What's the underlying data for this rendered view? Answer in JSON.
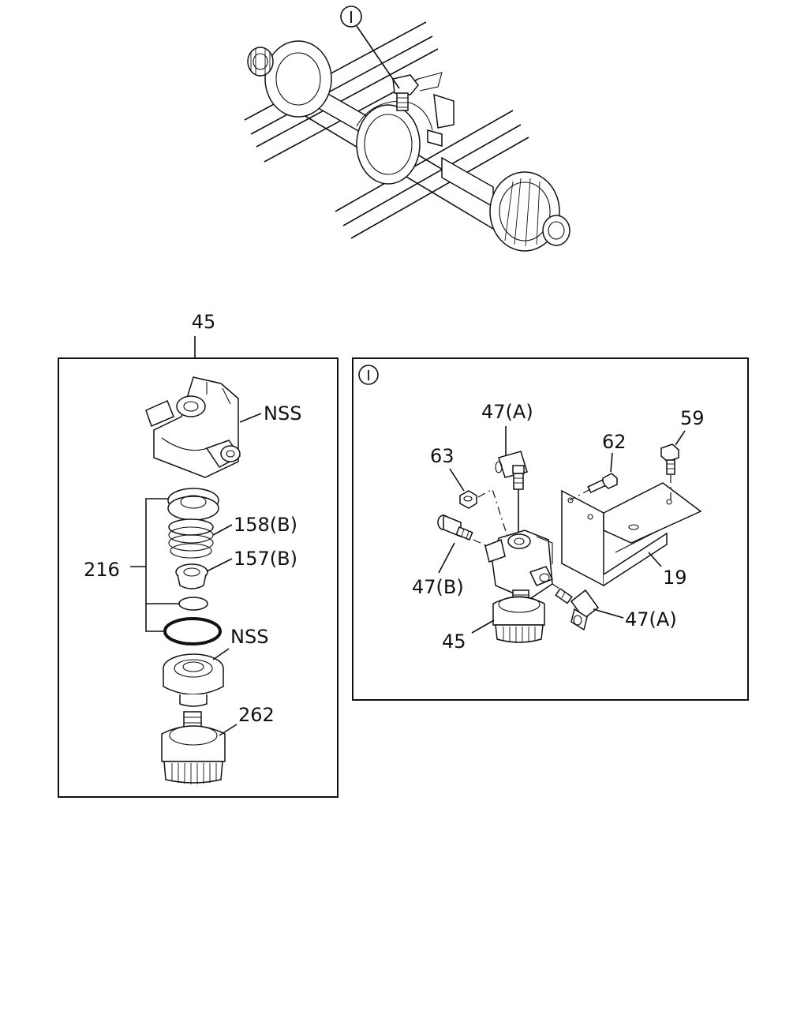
{
  "callout_marker": "I",
  "assembly_panel": {
    "header_label": "45",
    "labels": {
      "nss_top": "NSS",
      "kit_216": "216",
      "part_158b": "158(B)",
      "part_157b": "157(B)",
      "nss_mid": "NSS",
      "part_262": "262"
    }
  },
  "detail_panel": {
    "marker": "I",
    "labels": {
      "part_47a_top": "47(A)",
      "part_63": "63",
      "part_62": "62",
      "part_59": "59",
      "part_47b": "47(B)",
      "part_19": "19",
      "part_47a_right": "47(A)",
      "part_45": "45"
    }
  }
}
